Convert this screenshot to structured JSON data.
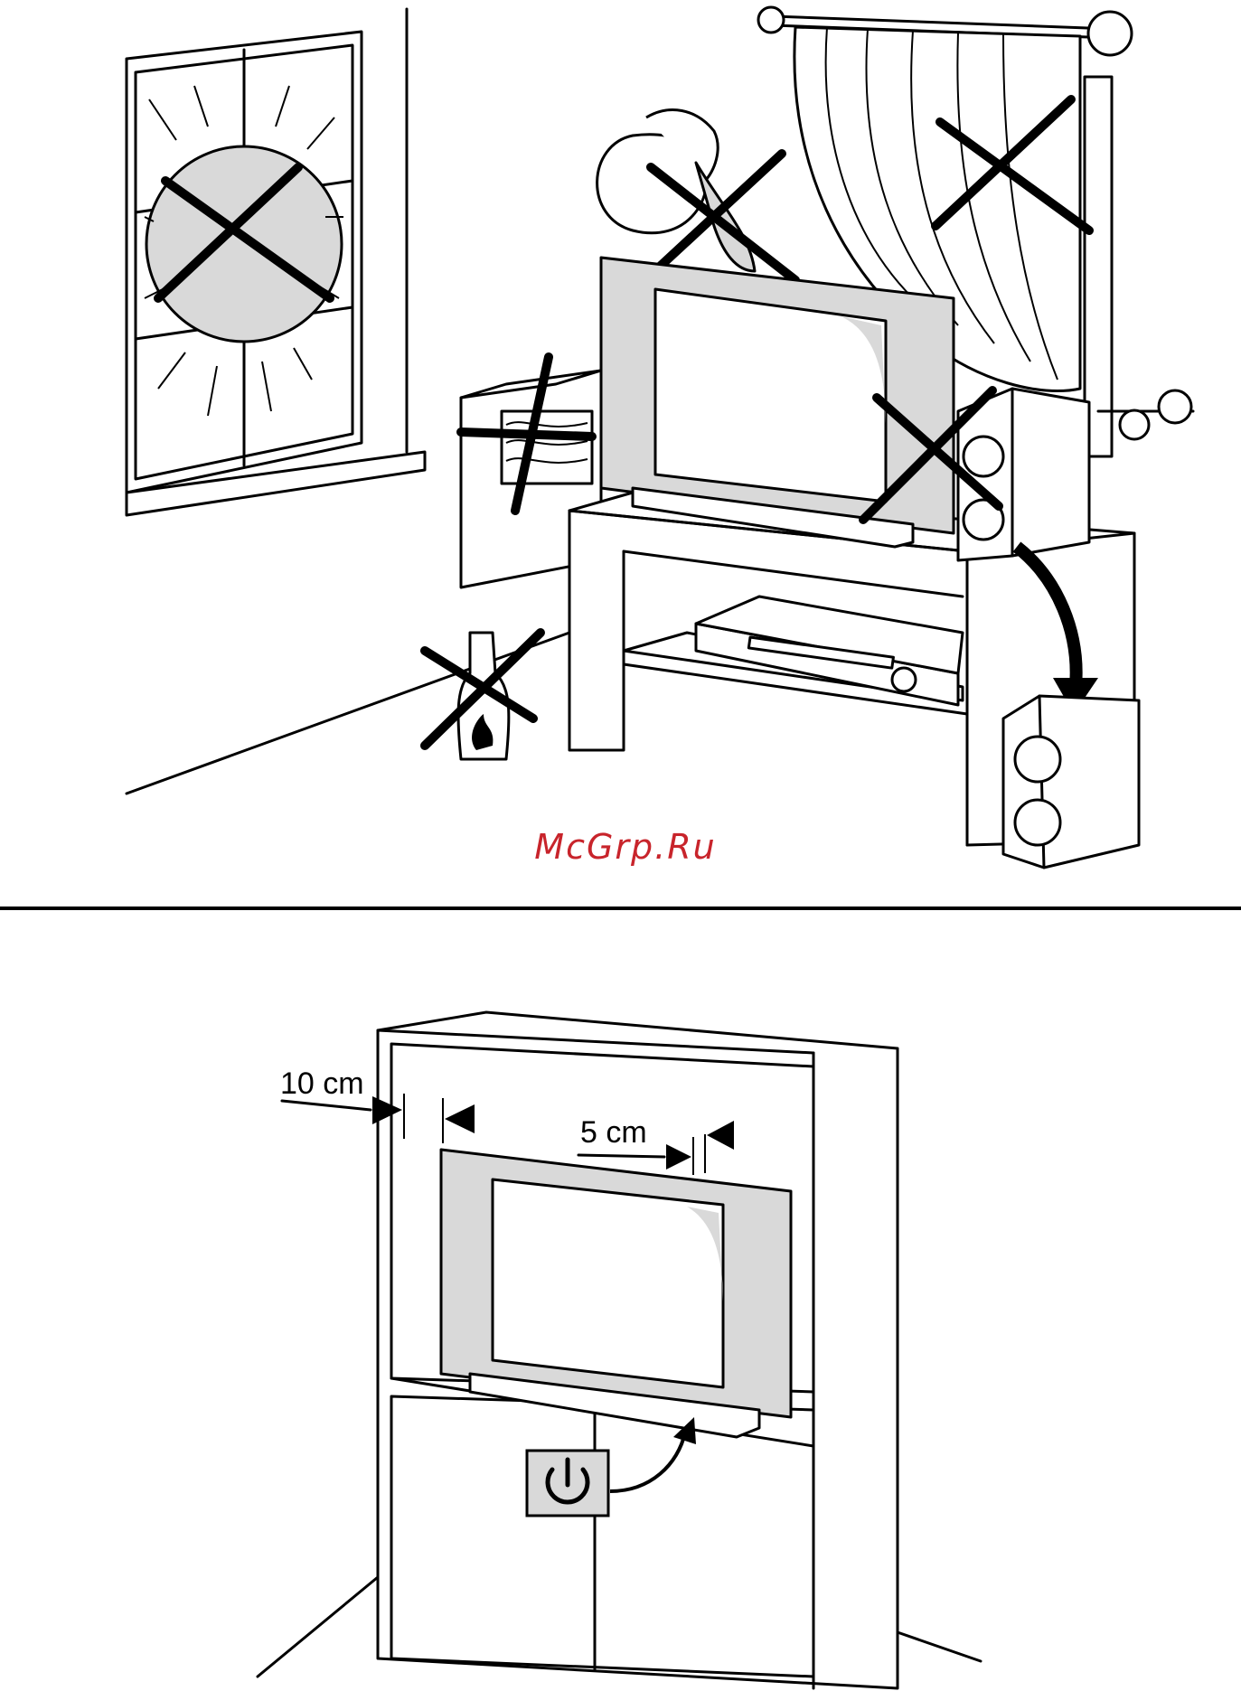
{
  "watermark": {
    "text": "McGrp.Ru",
    "color": "#c8242b"
  },
  "measurements": {
    "side_clearance": "10 cm",
    "top_clearance": "5 cm"
  },
  "icons": {
    "power": "power-icon",
    "forbidden": "cross-mark-icon",
    "flame": "flame-icon"
  },
  "colors": {
    "line": "#000000",
    "shade": "#d9d9d9",
    "background": "#ffffff"
  }
}
